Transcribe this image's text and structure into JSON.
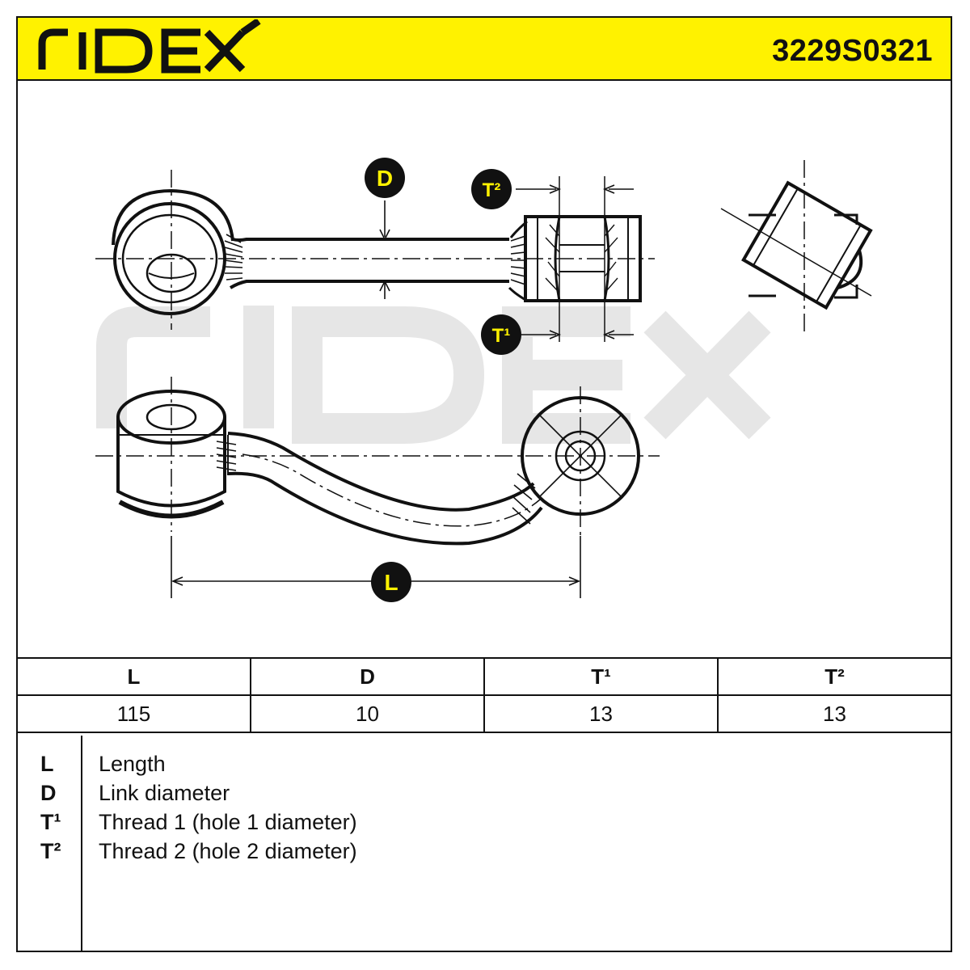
{
  "header": {
    "brand": "RIDEX",
    "part_number": "3229S0321",
    "colors": {
      "header_bg": "#fff200",
      "badge_bg": "#111111",
      "badge_text": "#fff200",
      "watermark": "#e6e6e6"
    }
  },
  "drawing": {
    "watermark": "RIDEX",
    "badges": {
      "d": "D",
      "t2": "T²",
      "t1": "T¹",
      "l": "L"
    }
  },
  "table": {
    "headers": [
      "L",
      "D",
      "T¹",
      "T²"
    ],
    "values": [
      "115",
      "10",
      "13",
      "13"
    ]
  },
  "legend": [
    {
      "symbol": "L",
      "description": "Length"
    },
    {
      "symbol": "D",
      "description": "Link diameter"
    },
    {
      "symbol": "T¹",
      "description": "Thread 1 (hole 1 diameter)"
    },
    {
      "symbol": "T²",
      "description": "Thread 2 (hole 2 diameter)"
    }
  ]
}
